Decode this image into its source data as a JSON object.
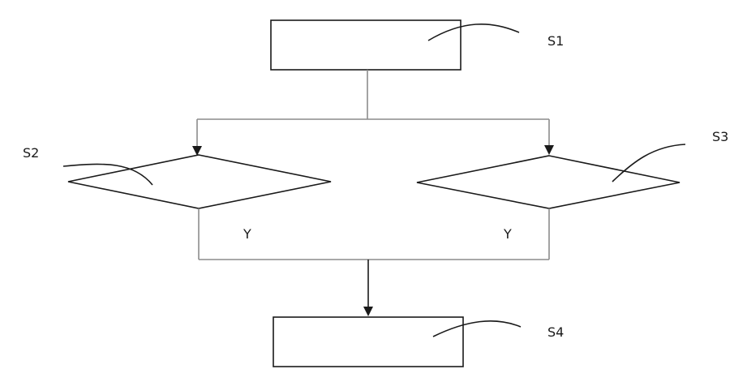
{
  "diagram": {
    "labels": {
      "s1": "S1",
      "s2": "S2",
      "s3": "S3",
      "s4": "S4"
    },
    "branch_labels": {
      "left": "Y",
      "right": "Y"
    },
    "colors": {
      "stroke": "#1a1a1a",
      "connector": "#8c8c8c",
      "background": "#ffffff"
    }
  }
}
